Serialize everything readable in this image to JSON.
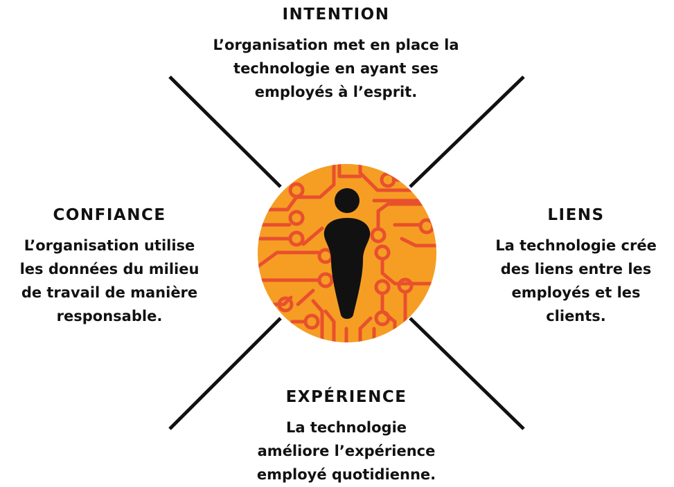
{
  "colors": {
    "line": "#111111",
    "circle_fill": "#f59e23",
    "circuit": "#e8502e",
    "figure": "#111111",
    "text": "#111111"
  },
  "center_icon": "person-circuit-icon",
  "blocks": {
    "intention": {
      "heading": "INTENTION",
      "lines": [
        "L’organisation met en place la",
        "technologie en ayant ses",
        "employés à l’esprit."
      ]
    },
    "confiance": {
      "heading": "CONFIANCE",
      "lines": [
        "L’organisation utilise",
        "les données du milieu",
        "de travail de manière",
        "responsable."
      ]
    },
    "liens": {
      "heading": "LIENS",
      "lines": [
        "La technologie crée",
        "des liens entre les",
        "employés et les",
        "clients."
      ]
    },
    "experience": {
      "heading": "EXPÉRIENCE",
      "lines": [
        "La technologie",
        "améliore l’expérience",
        "employé quotidienne."
      ]
    }
  }
}
